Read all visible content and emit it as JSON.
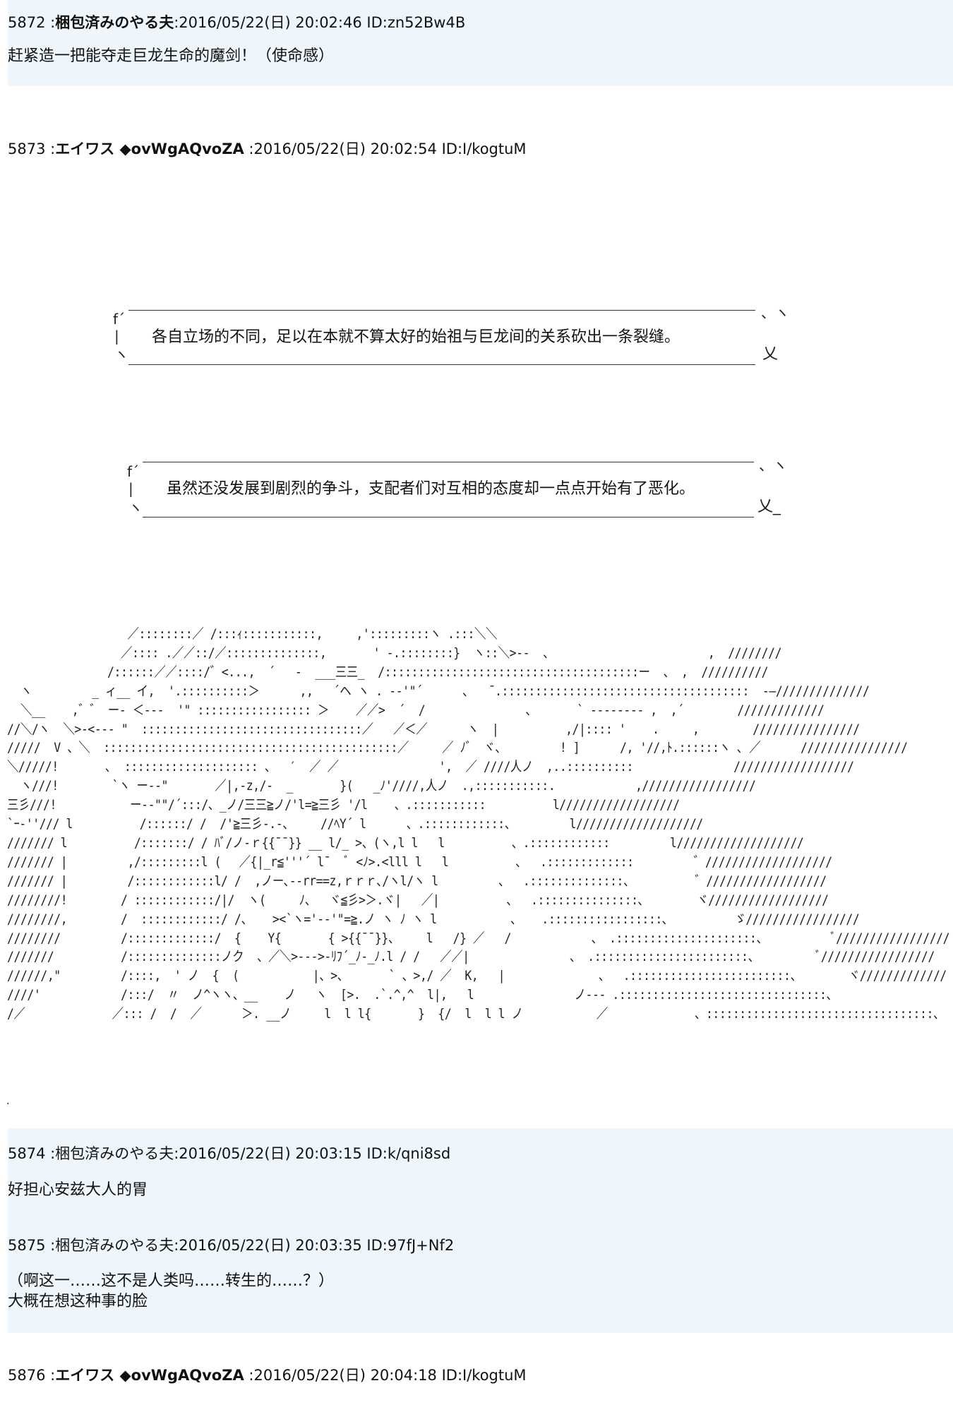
{
  "posts": [
    {
      "number": "5872",
      "name": "梱包済みのやる夫",
      "date": "2016/05/22(日) 20:02:46",
      "id": "ID:zn52Bw4B",
      "body": [
        "赶紧造一把能夺走巨龙生命的魔剑！（使命感）"
      ]
    },
    {
      "number": "5873",
      "name": "エイワス ◆ovWgAQvoZA",
      "date": "2016/05/22(日) 20:02:54",
      "id": "ID:I/kogtuM",
      "narrations": [
        "各自立场的不同，足以在本就不算太好的始祖与巨龙间的关系砍出一条裂缝。",
        "虽然还没发展到剧烈的争斗，支配者们对互相的态度却一点点开始有了恶化。"
      ],
      "ascii_art": [
        "                  ／::::::::／ /:::ｨ:::::::::::,     ,':::::::::ヽ .:::＼＼          ",
        "                 ／:::: .／／::/／::::::::::::::,       ' ‐.::::::::}  ヽ::＼>--  、                       ,  ////////",
        "               /::::::／／::::/゛<...,  ´   -  ___三三_  /::::::::::::::::::::::::::::::::::::::ー  、 ,  //////////",
        "  ヽ         _ ィ__ イ,  '.::::::::::＞      ,,   ´ヘ ヽ . -‐'\"´      ､   ̄ .:::::::::::::::::::::::::::::::::::::  -―//////////////",
        "  ＼__    ,゛゛ ー- ＜---  '\" ::::::::::::::::: ＞    ／／>  ´  /               、      ` ‐------- ,  ,´        /////////////",
        "//＼/ヽ  ＼>-<-‐‐ \"  :::::::::::::::::::::::::::::::::／   ／＜／      ヽ  |          ,/|:::: '    .     ,        ////////////////",
        "/////  V 、＼  ::::::::::::::::::::::::::::::::::::::::::::／     ／ ﾉ゛ ヾ、        ! ]      /, '//,ﾄ.::::::ヽ ､ ／      ////////////////",
        "＼/////!       ､  :::::::::::::::::::: 、  ′  ／ ／               ',  ／ ////人ノ  ,..::::::::::               //////////////////",
        "  ヽ///!        `ヽ ー-‐\"       ／|,-z,/-  _       }(   _ﾉ'////,人ノ  .,:::::::::::.            ,/////////////////",
        "三彡///!           ー-‐\"\"/´:::/、_ノ/三三≧ノ/'l=≧三彡 '/l    、.:::::::::::          l//////////////////",
        "`ｰ‐''/// l          /::::::/ /  /'≧三彡-.-、    //ﾍY´ l      、.::::::::::::、        l///////////////////",
        "/////// l          /:::::::/ / ﾊﾞ/ノ-ｒ{{¯¯}} __ l/_ >、(ヽ,l l   l          、.::::::::::::         l///////////////////",
        "/////// |         ,/:::::::::l ( 　／{|_r≦'''´ l¯  ﾞ <ﾉ>.<lll l   l          、  .:::::::::::::         ゛///////////////////",
        "/////// |         /::::::::::::l/ /  ,ノー､-‐rr==z,ｒｒｒ､/ヽl/ヽ l         、  .::::::::::::::、         ゛//////////////////",
        "////////!        / ::::::::::::/|/  ヽ(     ﾉ、  ヾ≦彡>＞.ヾ|   ／|          、  .:::::::::::::::､        ヾ//////////////////",
        "////////,        /  ::::::::::::/ /、   ><`ヽ='‐‐'\"=≧.ノ ヽ ﾉ ヽ l           、   .:::::::::::::::::､          ゞ/////////////////",
        "////////         /:::::::::::::/  {    Y{       { >{{¯¯}}、    l   /} ／   /            、 .:::::::::::::::::::::、          ﾞ/////////////////",
        "///////          /::::::::::::::ノク  、／＼>--‐>-ﾘﾌ´_ﾉ-_ﾉ.l / /   ／／|               、 .:::::::::::::::::::::::、         ﾞ/////////////////",
        "//////,\"         /::::,  ' ノ  {  (           |、>、      ` 、>,/ ／  K,   |              、  .::::::::::::::::::::::::、       ヾ/////////////",
        "////'            /:::/  〃  ノ^ヽヽ、__    ノ   ヽ  [>.  .`.^,^  l|,   l               ノ--- .:::::::::::::::::::::::::::::::、",
        "/／             ／::: /  /  ／      ＞. __ノ     l  l l{       }  {/  l  l l ノ           ／             、::::::::::::::::::::::::::::::::::、"
      ]
    },
    {
      "number": "5874",
      "name": "梱包済みのやる夫",
      "date": "2016/05/22(日) 20:03:15",
      "id": "ID:k/qni8sd",
      "body": [
        "好担心安兹大人的胃"
      ]
    },
    {
      "number": "5875",
      "name": "梱包済みのやる夫",
      "date": "2016/05/22(日) 20:03:35",
      "id": "ID:97fJ+Nf2",
      "body": [
        "（啊这一……这不是人类吗……转生的……？）",
        "大概在想这种事的脸"
      ]
    },
    {
      "number": "5876",
      "name": "エイワス ◆ovWgAQvoZA",
      "date": "2016/05/22(日) 20:04:18",
      "id": "ID:I/kogtuM",
      "body": []
    }
  ],
  "narration_marks": {
    "top_left": "f´",
    "left_bar": "|",
    "bottom_left": "ヽ",
    "top_right": "、ヽ",
    "bottom_right_1": "乂",
    "bottom_right_2": "乂_"
  },
  "stray_mark": "."
}
